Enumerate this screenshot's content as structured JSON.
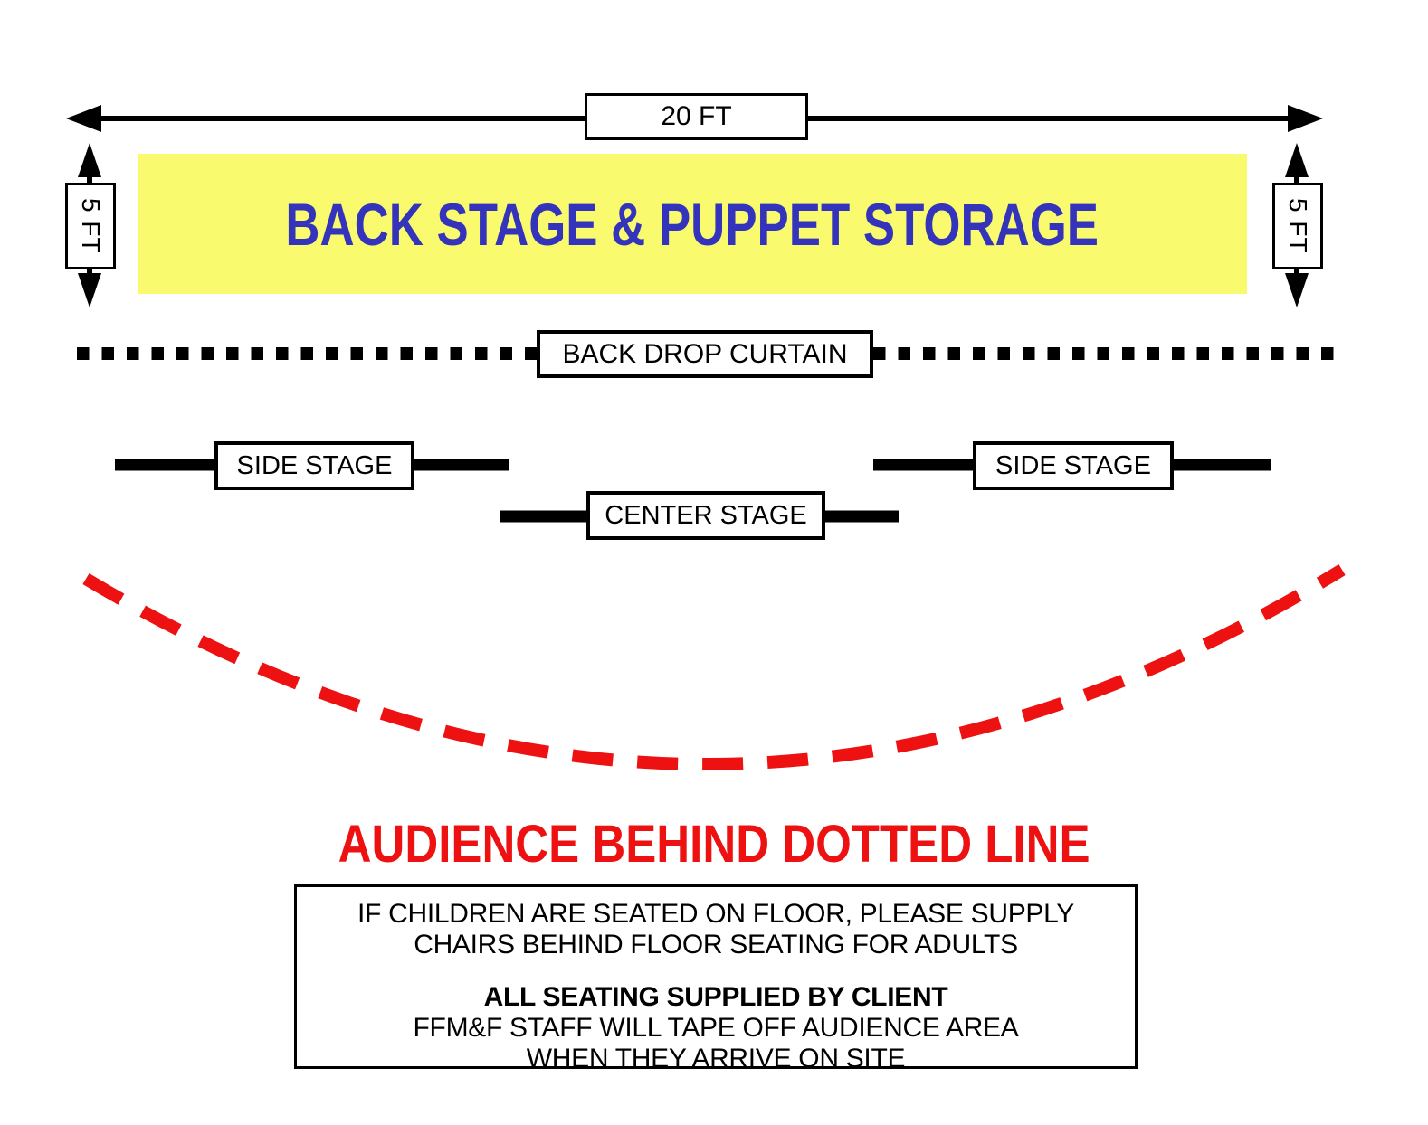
{
  "dimensions": {
    "width": {
      "label": "20 FT"
    },
    "depth_left": {
      "label": "5 FT"
    },
    "depth_right": {
      "label": "5 FT"
    }
  },
  "backstage": {
    "label": "BACK STAGE & PUPPET STORAGE",
    "fill_color": "#FAFA6E",
    "text_color": "#3333BB"
  },
  "backdrop_curtain": {
    "label": "BACK DROP CURTAIN"
  },
  "stages": {
    "side_left": {
      "label": "SIDE STAGE"
    },
    "center": {
      "label": "CENTER STAGE"
    },
    "side_right": {
      "label": "SIDE STAGE"
    }
  },
  "audience": {
    "heading": "AUDIENCE BEHIND DOTTED LINE",
    "accent_color": "#ED1111",
    "note_lines": [
      "IF CHILDREN ARE SEATED ON FLOOR, PLEASE SUPPLY",
      "CHAIRS BEHIND FLOOR SEATING FOR ADULTS"
    ],
    "note_bold_line": "ALL SEATING SUPPLIED BY CLIENT",
    "note_lines2": [
      "FFM&F STAFF WILL TAPE OFF AUDIENCE AREA",
      "WHEN THEY ARRIVE ON SITE"
    ]
  }
}
